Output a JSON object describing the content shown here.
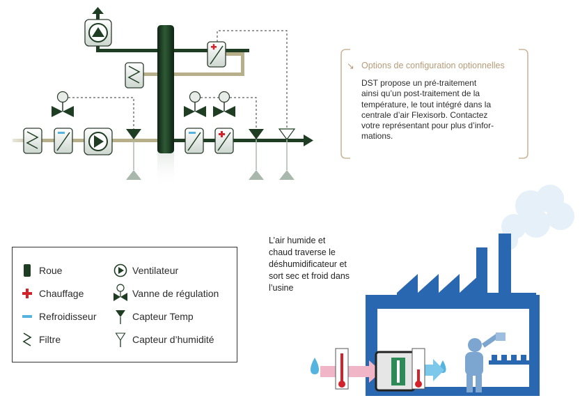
{
  "callout": {
    "title": "Options de configuration optionnelles",
    "lines": [
      "DST propose un pré-traitement",
      "ainsi qu’un post-traitement de la",
      "température, le tout intégré dans la",
      "centrale d’air Flexisorb. Contactez",
      "votre représentant pour plus d’infor-",
      "mations."
    ]
  },
  "legend": {
    "items": [
      {
        "label": "Roue",
        "icon": "wheel-icon"
      },
      {
        "label": "Chauffage",
        "icon": "plus-icon"
      },
      {
        "label": "Refroidisseur",
        "icon": "minus-icon"
      },
      {
        "label": "Filtre",
        "icon": "filter-icon"
      },
      {
        "label": "Ventilateur",
        "icon": "fan-icon"
      },
      {
        "label": "Vanne de régulation",
        "icon": "valve-icon"
      },
      {
        "label": "Capteur Temp",
        "icon": "temp-sensor-icon"
      },
      {
        "label": "Capteur d’humidité",
        "icon": "humidity-sensor-icon"
      }
    ]
  },
  "factory_text": {
    "lines": [
      "L’air humide et",
      "chaud traverse le",
      "déshumidificateur et",
      "sort sec et froid dans",
      "l’usine"
    ]
  },
  "colors": {
    "dark_green": "#1e3d22",
    "light_tan": "#b7ae8a",
    "accent_tan": "#b59b78",
    "heater_red": "#d2232a",
    "cooler_blue": "#55b3e0",
    "factory_blue": "#2a67b1",
    "sensor_grey": "#a9b8ad"
  }
}
